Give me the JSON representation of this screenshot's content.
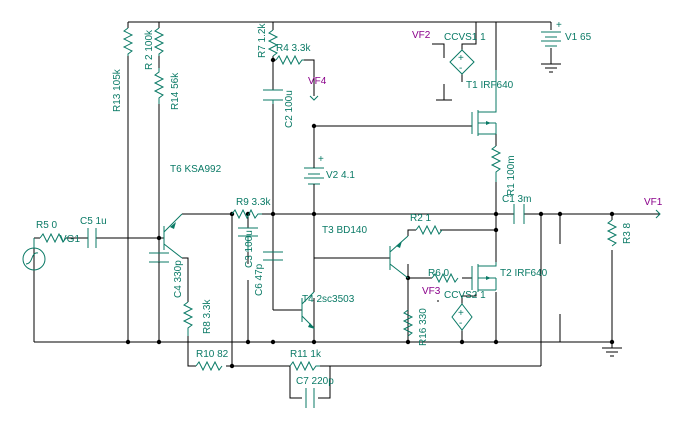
{
  "components": {
    "r5": "R5 0",
    "vg1": "VG1",
    "c5": "C5 1u",
    "r13": "R13 105k",
    "r2": "R 2 100k",
    "r14": "R14 56k",
    "t6": "T6 KSA992",
    "c4": "C4 330p",
    "r8": "R8 3.3k",
    "r10": "R10 82",
    "r7": "R7 1.2k",
    "r4": "R4 3.3k",
    "c2": "C2 100u",
    "r9": "R9 3.3k",
    "c3": "C3 100u",
    "c6": "C6 47p",
    "v2": "V2 4.1",
    "t3": "T3 BD140",
    "t4": "T4 2sc3503",
    "r11": "R11 1k",
    "c7": "C7 220p",
    "ccvs1": "CCVS1 1",
    "t1": "T1 IRF640",
    "r1": "R1 100m",
    "v1": "V1 65",
    "c1": "C1 3m",
    "r3": "R3 8",
    "r2b": "R2 1",
    "r6": "R6 0",
    "ccvs2": "CCVS2 1",
    "t2": "T2 IRF640",
    "r16": "R16 330"
  },
  "nets": {
    "vf1": "VF1",
    "vf2": "VF2",
    "vf3": "VF3",
    "vf4": "VF4"
  },
  "signs": {
    "plus": "+",
    "minus": "-"
  }
}
